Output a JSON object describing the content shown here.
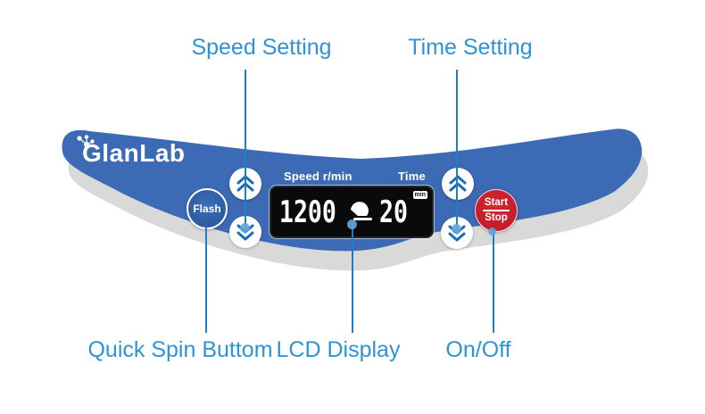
{
  "figure": {
    "annotations": {
      "speed_setting": "Speed Setting",
      "time_setting": "Time Setting",
      "quick_spin": "Quick Spin Buttom",
      "lcd_display": "LCD Display",
      "on_off": "On/Off"
    },
    "panel": {
      "brand": "GlanLab",
      "flash_button": "Flash",
      "start_label": "Start",
      "stop_label": "Stop",
      "lcd": {
        "speed_label": "Speed r/min",
        "time_label": "Time",
        "speed_value": "1200",
        "time_value": "20",
        "time_unit": "min"
      }
    },
    "colors": {
      "panel_blue": "#3c6ab4",
      "shadow_gray": "#d9d9d9",
      "annotation_text_blue": "#2f93d6",
      "callout_line_blue": "#1f7ec6",
      "chevron_blue": "#1c6bb7",
      "start_stop_red": "#ce1f2b",
      "lcd_background": "#0a0a0c"
    }
  }
}
